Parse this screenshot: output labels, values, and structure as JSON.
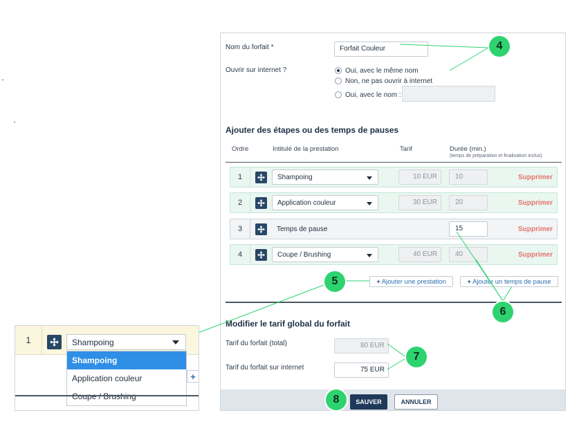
{
  "form": {
    "name_label": "Nom du forfait *",
    "name_value": "Forfait Couleur",
    "internet_label": "Ouvrir sur internet ?",
    "radio_options": [
      {
        "label": "Oui, avec le même nom",
        "checked": true
      },
      {
        "label": "Non, ne pas ouvrir à internet",
        "checked": false
      },
      {
        "label": "Oui, avec le nom :",
        "checked": false
      }
    ],
    "custom_name_value": ""
  },
  "steps": {
    "title": "Ajouter des étapes ou des temps de pauses",
    "headers": {
      "order": "Ordre",
      "title": "Intitulé de la prestation",
      "price": "Tarif",
      "duration": "Durée (min.)",
      "duration_note": "(temps de préparation et finalisation inclus)"
    },
    "rows": [
      {
        "order": "1",
        "label": "Shampoing",
        "price": "10 EUR",
        "duration": "10",
        "delete": "Supprimer"
      },
      {
        "order": "2",
        "label": "Application couleur",
        "price": "30 EUR",
        "duration": "20",
        "delete": "Supprimer"
      },
      {
        "order": "3",
        "label": "Temps de pause",
        "price": "",
        "duration": "15",
        "delete": "Supprimer"
      },
      {
        "order": "4",
        "label": "Coupe / Brushing",
        "price": "40 EUR",
        "duration": "40",
        "delete": "Supprimer"
      }
    ],
    "add_service": "Ajouter une prestation",
    "add_pause": "Ajouter un temps de pause"
  },
  "pricing": {
    "title": "Modifier le tarif global du forfait",
    "total_label": "Tarif du forfait (total)",
    "total_value": "80 EUR",
    "internet_label": "Tarif du forfait sur internet",
    "internet_value": "75 EUR"
  },
  "footer": {
    "save": "SAUVER",
    "cancel": "ANNULER"
  },
  "callouts": [
    "4",
    "5",
    "6",
    "7",
    "8"
  ],
  "inset": {
    "order": "1",
    "selected": "Shampoing",
    "options": [
      "Shampoing",
      "Application couleur",
      "Coupe / Brushing"
    ],
    "plus": "+"
  },
  "colors": {
    "accent_green": "#2dd36f",
    "primary_navy": "#1f3a5a",
    "delete_red": "#e2746c",
    "link_blue": "#2a6fb0",
    "dropdown_selected": "#2f8fe6"
  }
}
